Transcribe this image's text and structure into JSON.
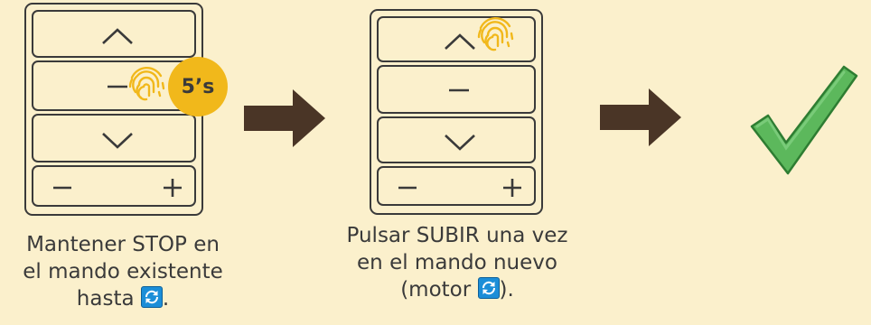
{
  "steps": [
    {
      "caption": [
        "Mantener STOP en",
        "el mando existente",
        "hasta"
      ],
      "caption_end": ".",
      "timer_badge": "5’s",
      "pressed_key": "stop"
    },
    {
      "caption": [
        "Pulsar SUBIR una vez",
        "en el mando nuevo",
        "(motor"
      ],
      "caption_end": ").",
      "pressed_key": "up"
    }
  ],
  "icons": {
    "pressed": "fingerprint-icon",
    "sync": "sync-icon",
    "arrow": "right-arrow-icon",
    "done": "checkmark-icon"
  },
  "colors": {
    "background": "#fbf0cc",
    "outline": "#3a3a3a",
    "fingerprint": "#f1b81b",
    "badge": "#f1b81b",
    "arrow": "#4a3526",
    "check": "#5cb85c",
    "sync": "#1b8ed8"
  }
}
